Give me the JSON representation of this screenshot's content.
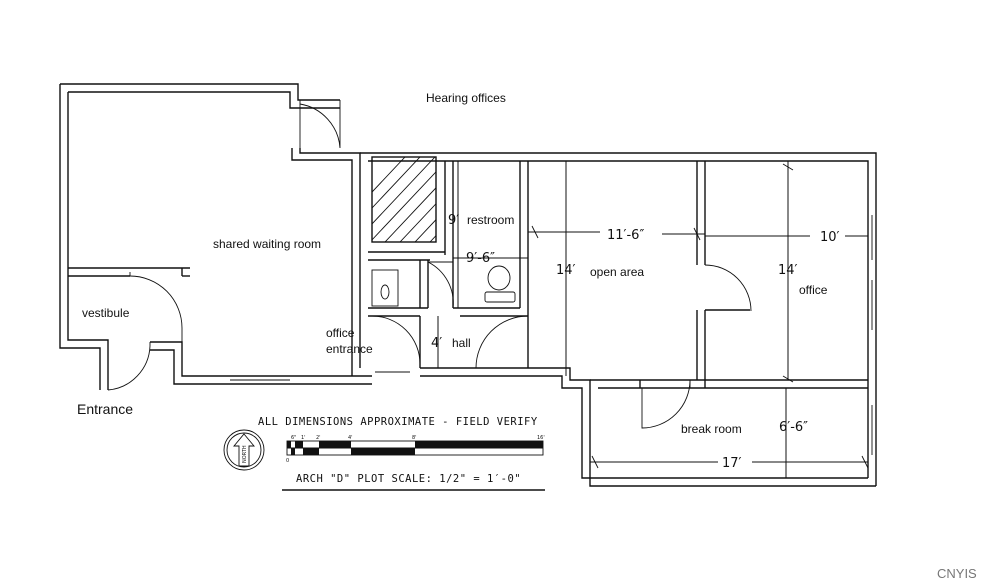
{
  "rooms": {
    "hearing_offices": "Hearing offices",
    "shared_waiting_room": "shared waiting room",
    "vestibule": "vestibule",
    "entrance": "Entrance",
    "office_entrance_1": "office",
    "office_entrance_2": "entrance",
    "restroom": "restroom",
    "hall": "hall",
    "open_area": "open area",
    "office": "office",
    "break_room": "break room"
  },
  "dimensions": {
    "restroom_9": "9′",
    "restroom_9_6": "9′-6″",
    "hall_4": "4′",
    "open_area_14": "14′",
    "open_area_11_6": "11′-6″",
    "office_14": "14′",
    "office_10": "10′",
    "break_6_6": "6′-6″",
    "break_17": "17′"
  },
  "notes": {
    "approx": "ALL DIMENSIONS APPROXIMATE - FIELD VERIFY",
    "scale": "ARCH \"D\" PLOT SCALE: 1/2\" = 1′-0\"",
    "north": "NORTH"
  },
  "scale_bar": {
    "t0": "0",
    "t1": "6\"",
    "t2": "1'",
    "t3": "2'",
    "t4": "4'",
    "t5": "8'",
    "t6": "16'"
  },
  "watermark": "CNYIS"
}
